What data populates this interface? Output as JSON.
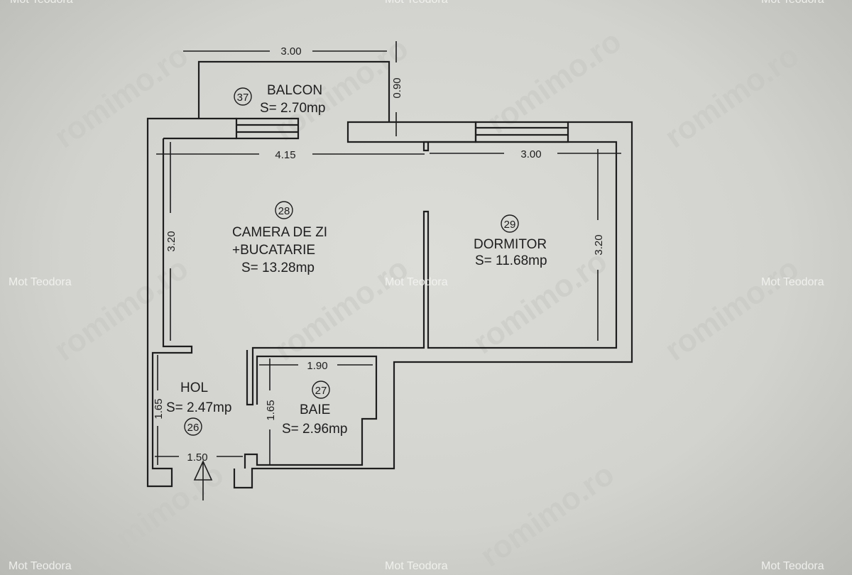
{
  "rooms": [
    {
      "number": "37",
      "name": "BALCON",
      "area": "S= 2.70mp"
    },
    {
      "number": "28",
      "name": "CAMERA DE ZI",
      "name2": "+BUCATARIE",
      "area": "S= 13.28mp"
    },
    {
      "number": "29",
      "name": "DORMITOR",
      "area": "S= 11.68mp"
    },
    {
      "number": "27",
      "name": "BAIE",
      "area": "S= 2.96mp"
    },
    {
      "number": "26",
      "name": "HOL",
      "area": "S= 2.47mp"
    }
  ],
  "dimensions": {
    "balcony_width": "3.00",
    "balcony_depth": "0.90",
    "living_width": "4.15",
    "bedroom_width": "3.00",
    "living_height": "3.20",
    "bedroom_height": "3.20",
    "bath_width": "1.90",
    "bath_height": "1.65",
    "hall_height": "1.65",
    "hall_width": "1.50"
  },
  "watermarks": {
    "author": "Mot Teodora",
    "site": "romimo.ro"
  }
}
